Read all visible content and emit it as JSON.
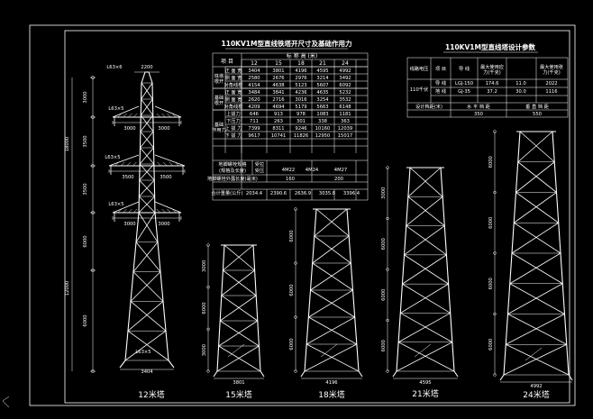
{
  "drawing": {
    "main_table_title": "110KV1M型直线铁塔开尺寸及基础作用力",
    "side_table_title": "110KV1M型直线塔设计参数"
  },
  "main_table": {
    "col_item": "项  目",
    "col_height": "标 称 高 (米)",
    "heights": [
      "12",
      "15",
      "18",
      "21",
      "24"
    ],
    "rows": [
      {
        "group": "铁塔根开",
        "unit": "(毫米)",
        "label": "正 面 宽",
        "values": [
          "3404",
          "3801",
          "4196",
          "4595",
          "4992"
        ]
      },
      {
        "group": "",
        "unit": "",
        "label": "侧 面 宽",
        "values": [
          "2580",
          "2676",
          "2976",
          "3214",
          "3492"
        ]
      },
      {
        "group": "",
        "unit": "",
        "label": "对角线根",
        "values": [
          "4154",
          "4638",
          "5123",
          "5607",
          "6092"
        ]
      },
      {
        "group": "基础根开",
        "unit": "(毫米)",
        "label": "正 面 宽",
        "values": [
          "3484",
          "3841",
          "4236",
          "4635",
          "5232"
        ]
      },
      {
        "group": "",
        "unit": "",
        "label": "侧 面 宽",
        "values": [
          "2620",
          "2716",
          "3016",
          "3254",
          "3532"
        ]
      },
      {
        "group": "",
        "unit": "",
        "label": "对角线根",
        "values": [
          "4209",
          "4694",
          "5179",
          "5663",
          "6148"
        ]
      },
      {
        "group": "基础",
        "unit": "作用力",
        "label": "上拔力",
        "values": [
          "646",
          "913",
          "978",
          "1083",
          "1181"
        ]
      },
      {
        "group": "",
        "unit": "(公斤)",
        "label": "下压力",
        "values": [
          "711",
          "263",
          "301",
          "338",
          "363"
        ]
      },
      {
        "group": "",
        "unit": "",
        "label": "上 拔 力",
        "values": [
          "7399",
          "8311",
          "9246",
          "10160",
          "12039"
        ]
      },
      {
        "group": "",
        "unit": "",
        "label": "下 拔 力",
        "values": [
          "9617",
          "10741",
          "11826",
          "12950",
          "15017"
        ]
      }
    ],
    "bolt_rows": [
      {
        "label": "地脚螺栓规格",
        "sub": "受拉基础",
        "values": [
          "4M22",
          "4M24",
          "4M27"
        ]
      },
      {
        "label": "(规格及长度)",
        "sub": "受压基础",
        "values": [
          "",
          "",
          ""
        ]
      },
      {
        "label": "地脚螺栓外露长度(毫米)",
        "sub": "",
        "values": [
          "160",
          "200"
        ]
      }
    ],
    "total_row": {
      "label": "合计重量(公斤)",
      "values": [
        "2034.4",
        "2390.6",
        "2636.9",
        "3035.8",
        "3396.4"
      ]
    }
  },
  "side_table": {
    "headers": [
      "线路电压",
      "项 目",
      "导 线",
      "最大使用应力(千克)",
      "最大使用张力(千克)"
    ],
    "voltage": "110千伏",
    "rows": [
      {
        "item": "导 线",
        "type": "LGJ-150",
        "stress": "174.6",
        "b": "11.0",
        "tension": "2022"
      },
      {
        "item": "地 线",
        "type": "GJ-35",
        "stress": "37.2",
        "b": "30.0",
        "tension": "1116"
      }
    ],
    "span_label": "设计档距(米)",
    "span_headers": [
      "水 平 档 距",
      "垂 直 档 距"
    ],
    "span_values": [
      "350",
      "550"
    ]
  },
  "tower12": {
    "label": "12米塔",
    "width_top": "2200",
    "width_base": "3404",
    "arms": [
      {
        "label": "L63×5",
        "dim_left": "3000",
        "dim_right": "3000"
      },
      {
        "label": "L63×5",
        "dim_left": "3500",
        "dim_right": "3500"
      },
      {
        "label": "L63×5",
        "dim_left": "3000",
        "dim_right": "3000"
      }
    ],
    "top_label": "L63×6",
    "vert_total": "18000",
    "vert_segments": [
      "3000",
      "3500",
      "3500",
      "6000",
      "6000"
    ],
    "leg_label": "L63×5"
  },
  "towers": [
    {
      "label": "15米塔",
      "width": "3801",
      "dims": [
        "3000",
        "6000",
        "3000"
      ]
    },
    {
      "label": "18米塔",
      "width": "4196",
      "dims": [
        "6000",
        "6000",
        "6000"
      ]
    },
    {
      "label": "21米塔",
      "width": "4595",
      "dims": [
        "3000",
        "6000",
        "6000",
        "6000"
      ]
    },
    {
      "label": "24米塔",
      "width": "4992",
      "dims": [
        "6000",
        "6000",
        "6000",
        "6000"
      ]
    }
  ]
}
